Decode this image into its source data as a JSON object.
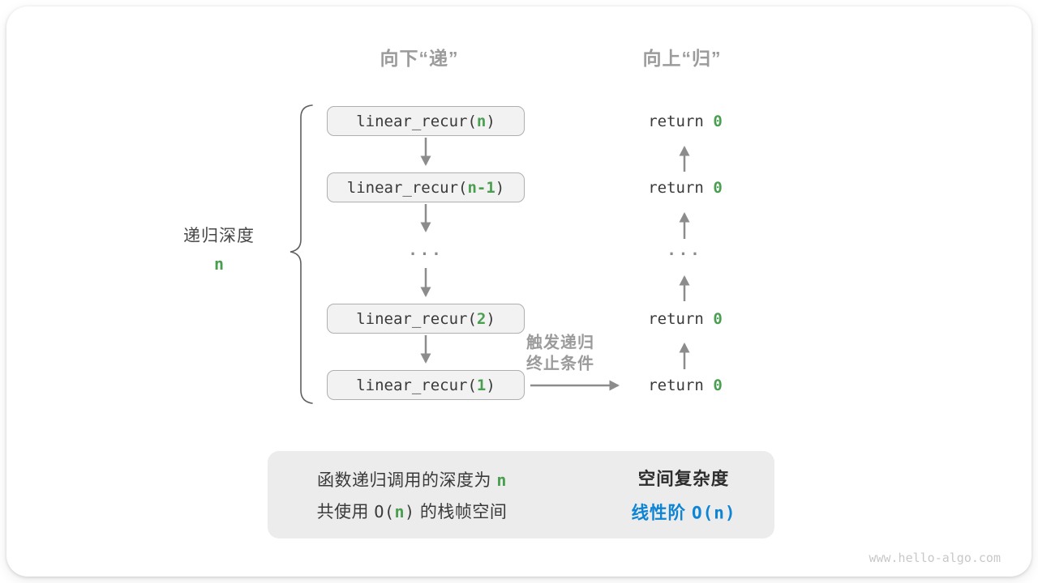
{
  "colors": {
    "green_accent": "#4a9e50",
    "blue_accent": "#0d84d4",
    "heading_gray": "#9b9b9b",
    "arrow_gray": "#8c8c8c",
    "text_dark": "#3a3a3a",
    "box_fill": "#f2f2f2",
    "box_border": "#afafaf",
    "panel_fill": "#ececec"
  },
  "headers": {
    "down": "向下“递”",
    "up": "向上“归”"
  },
  "depth": {
    "label": "递归深度",
    "value": "n"
  },
  "ellipsis": "...",
  "calls": [
    {
      "prefix": "linear_recur(",
      "arg": "n",
      "suffix": ")"
    },
    {
      "prefix": "linear_recur(",
      "arg": "n-1",
      "suffix": ")"
    },
    {
      "prefix": "linear_recur(",
      "arg": "2",
      "suffix": ")"
    },
    {
      "prefix": "linear_recur(",
      "arg": "1",
      "suffix": ")"
    }
  ],
  "returns": [
    {
      "keyword": "return ",
      "value": "0"
    },
    {
      "keyword": "return ",
      "value": "0"
    },
    {
      "keyword": "return ",
      "value": "0"
    },
    {
      "keyword": "return ",
      "value": "0"
    }
  ],
  "trigger": {
    "line1": "触发递归",
    "line2": "终止条件"
  },
  "summary": {
    "depth_line": {
      "prefix": "函数递归调用的深度为 ",
      "value": "n"
    },
    "space_line": {
      "t1": "共使用 ",
      "o_open": "O(",
      "value": "n",
      "o_close": ")",
      "t2": " 的栈帧空间"
    },
    "result_title": "空间复杂度",
    "result_prefix": "线性阶 ",
    "result_value": "O(n)"
  },
  "watermark": "www.hello-algo.com"
}
